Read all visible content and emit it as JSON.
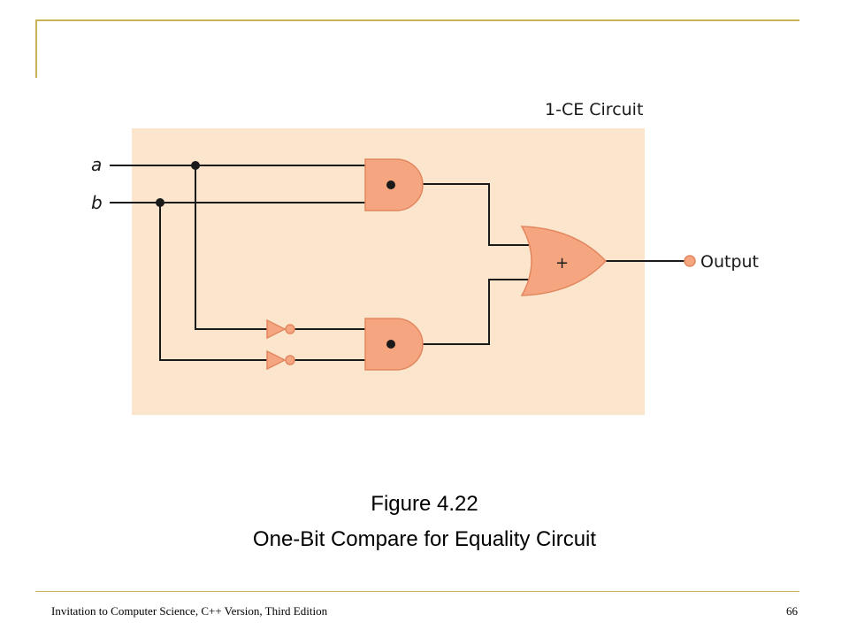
{
  "diagram": {
    "box_label": "1-CE Circuit",
    "input_a": "a",
    "input_b": "b",
    "output_label": "Output",
    "and_symbol": "•",
    "or_symbol": "+"
  },
  "caption": {
    "figure_number": "Figure 4.22",
    "figure_title": "One-Bit Compare for Equality Circuit"
  },
  "footer": {
    "book": "Invitation to Computer Science, C++ Version, Third Edition",
    "page": "66"
  },
  "colors": {
    "accent": "#c9b15a",
    "box_fill": "#fbe6cd",
    "gate_fill": "#f5a681",
    "gate_stroke": "#e2875f",
    "wire": "#1a1a1a"
  }
}
